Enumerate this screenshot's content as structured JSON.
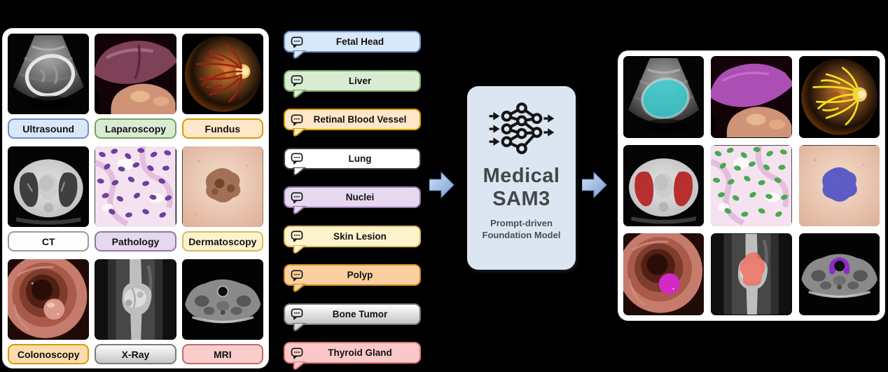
{
  "figure": {
    "background": "#000000"
  },
  "inputs": {
    "modalities": [
      {
        "label": "Ultrasound",
        "style": "background:#d8e7fa;border-color:#6c8ebf"
      },
      {
        "label": "Laparoscopy",
        "style": "background:#d9ecd3;border-color:#74a35e"
      },
      {
        "label": "Fundus",
        "style": "background:#ffe7c9;border-color:#d79b00"
      },
      {
        "label": "CT",
        "style": "background:#fdfdfd;border-color:#9a9a9a"
      },
      {
        "label": "Pathology",
        "style": "background:#e6d8ee;border-color:#9673a6"
      },
      {
        "label": "Dermatoscopy",
        "style": "background:#fdf3cd;border-color:#d9bb5e"
      },
      {
        "label": "Colonoscopy",
        "style": "background:#fbdcae;border-color:#d79b00"
      },
      {
        "label": "X-Ray",
        "style": "background:linear-gradient(#fdfdfd,#c5c5c5);border-color:#7a7a7a"
      },
      {
        "label": "MRI",
        "style": "background:#f8cdcb;border-color:#c26a64"
      }
    ]
  },
  "prompts": [
    {
      "label": "Fetal Head",
      "style": "background:#d8e7fa;border-color:#6c8ebf",
      "fill": "#d8e7fa",
      "border": "#6c8ebf"
    },
    {
      "label": "Liver",
      "style": "background:#d9ecd3;border-color:#74a35e",
      "fill": "#d9ecd3",
      "border": "#74a35e"
    },
    {
      "label": "Retinal Blood Vessel",
      "style": "background:#ffe7c9;border-color:#d79b00",
      "fill": "#ffe7c9",
      "border": "#d79b00"
    },
    {
      "label": "Lung",
      "style": "background:#ffffff;border-color:#3c3c3c",
      "fill": "#ffffff",
      "border": "#3c3c3c"
    },
    {
      "label": "Nuclei",
      "style": "background:#e6d8ee;border-color:#9673a6",
      "fill": "#e6d8ee",
      "border": "#9673a6"
    },
    {
      "label": "Skin Lesion",
      "style": "background:#fdf3cd;border-color:#d9bb5e",
      "fill": "#fdf3cd",
      "border": "#d9bb5e"
    },
    {
      "label": "Polyp",
      "style": "background:#fccf9e;border-color:#cf8b28",
      "fill": "#fccf9e",
      "border": "#cf8b28"
    },
    {
      "label": "Bone Tumor",
      "style": "background:linear-gradient(#ffffff,#c3c3c3);border-color:#737373",
      "fill": "#d9d9d9",
      "border": "#737373"
    },
    {
      "label": "Thyroid Gland",
      "style": "background:#fac8c8;border-color:#dd7c7c",
      "fill": "#fac8c8",
      "border": "#dd7c7c"
    }
  ],
  "model": {
    "title_line1": "Medical",
    "title_line2": "SAM3",
    "subtitle_line1": "Prompt-driven",
    "subtitle_line2": "Foundation Model",
    "box_style": "background:#dce6f2",
    "icon": "neural-network-icon"
  },
  "outputs": {
    "masks": [
      {
        "name": "fetal-head",
        "color": "#3ad1d4"
      },
      {
        "name": "liver",
        "color": "#b452c5"
      },
      {
        "name": "retinal-blood-vessel",
        "color": "#f0e11c"
      },
      {
        "name": "lung",
        "color": "#c92222"
      },
      {
        "name": "nuclei",
        "color": "#4aa84e"
      },
      {
        "name": "skin-lesion",
        "color": "#4d4fc4"
      },
      {
        "name": "polyp",
        "color": "#d429c4"
      },
      {
        "name": "bone-tumor",
        "color": "#ee7163"
      },
      {
        "name": "thyroid-gland",
        "color": "#8a2cc9"
      }
    ]
  }
}
